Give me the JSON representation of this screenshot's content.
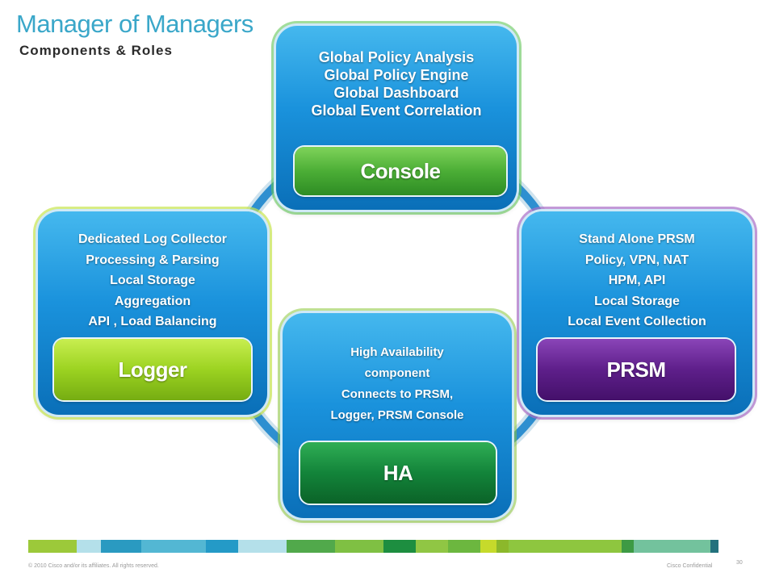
{
  "header": {
    "title": "Manager of Managers",
    "subtitle": "Components & Roles"
  },
  "components": {
    "console": {
      "lines": [
        "Global Policy Analysis",
        "Global Policy Engine",
        "Global Dashboard",
        "Global Event Correlation"
      ],
      "label": "Console",
      "color": "#4cae36"
    },
    "logger": {
      "lines": [
        "Dedicated Log Collector",
        "Processing & Parsing",
        "Local Storage",
        "Aggregation",
        "API , Load Balancing"
      ],
      "label": "Logger",
      "color": "#9cd321"
    },
    "prsm": {
      "lines": [
        "Stand Alone PRSM",
        "Policy, VPN, NAT",
        "HPM, API",
        "Local Storage",
        "Local Event Collection"
      ],
      "label": "PRSM",
      "color": "#5e1f8a"
    },
    "ha": {
      "lines": [
        "High Availability",
        "component",
        "Connects to PRSM,",
        "Logger, PRSM  Console"
      ],
      "label": "HA",
      "color": "#13843a"
    }
  },
  "footer": {
    "copyright": "© 2010 Cisco and/or its affiliates. All rights reserved.",
    "confidential": "Cisco Confidential",
    "page": "30"
  }
}
